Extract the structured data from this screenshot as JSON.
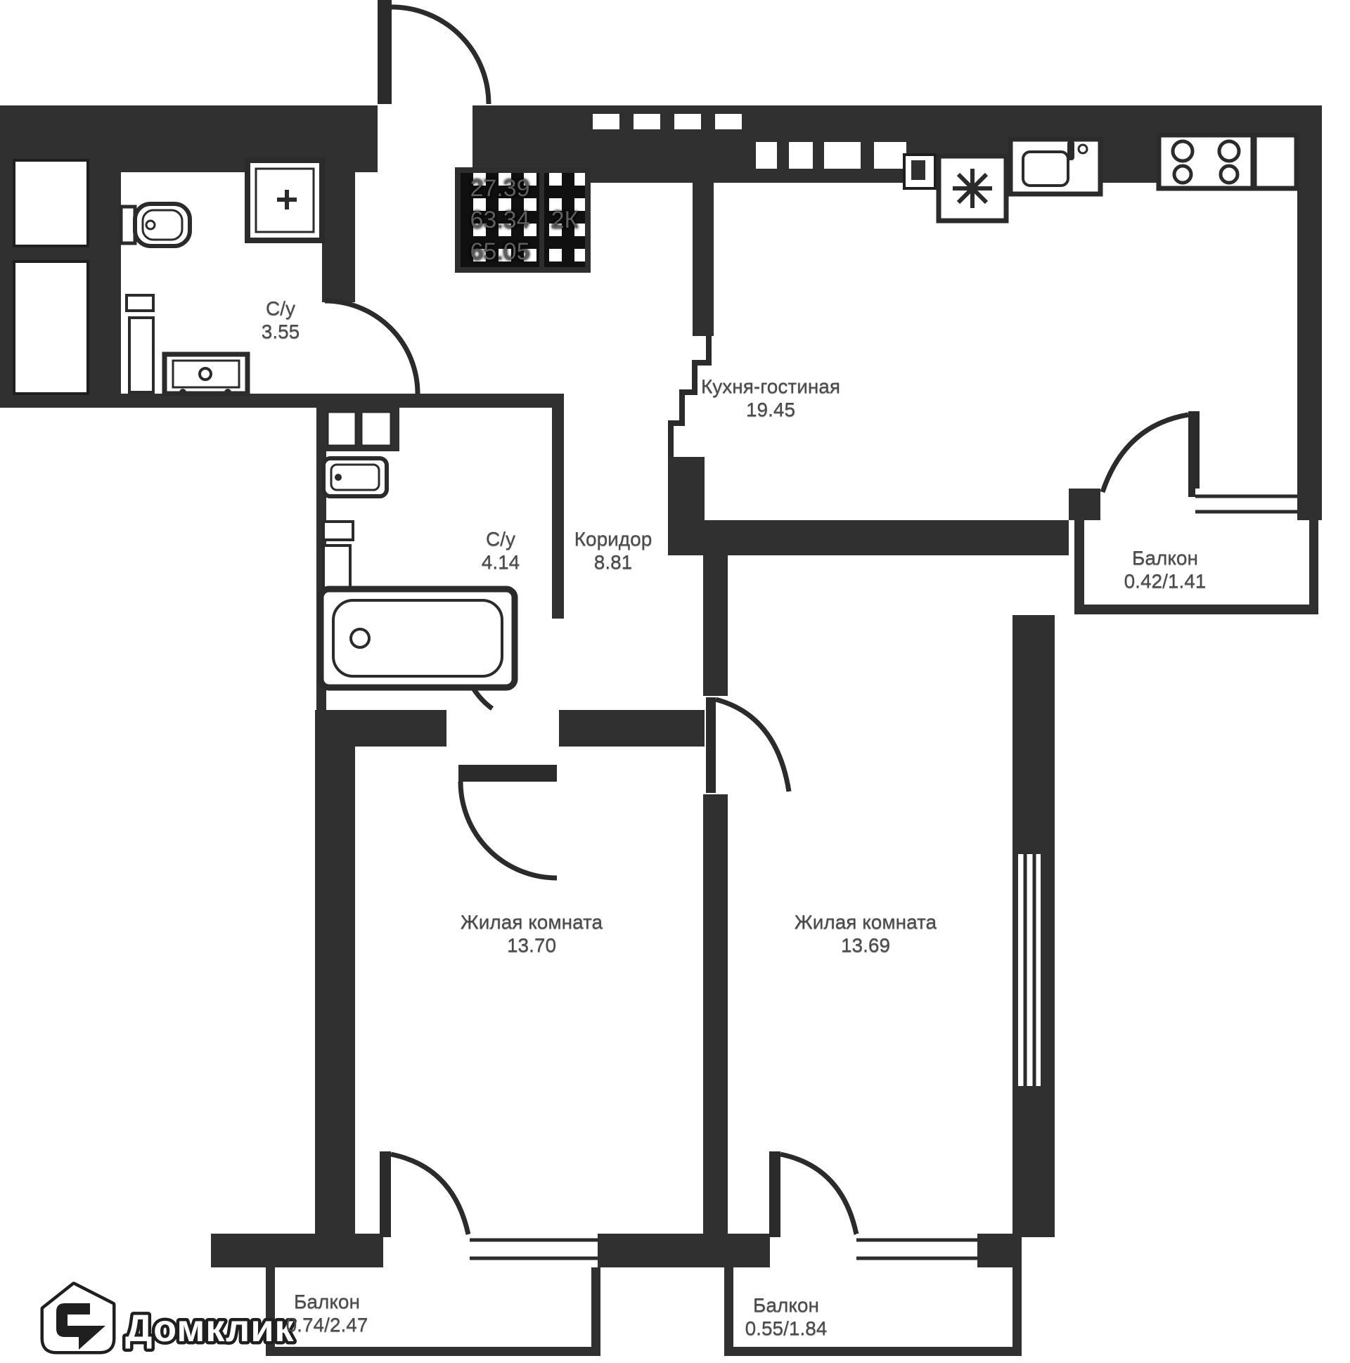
{
  "plan": {
    "stats": {
      "living_area": "27.39",
      "area_no_balcony": "63.34",
      "total_area": "65.05",
      "flat_type": "2К"
    },
    "rooms": [
      {
        "name": "С/у",
        "area": "3.55"
      },
      {
        "name": "Кухня-гостиная",
        "area": "19.45"
      },
      {
        "name": "С/у",
        "area": "4.14"
      },
      {
        "name": "Коридор",
        "area": "8.81"
      },
      {
        "name": "Балкон",
        "area": "0.42/1.41"
      },
      {
        "name": "Жилая комната",
        "area": "13.70"
      },
      {
        "name": "Жилая комната",
        "area": "13.69"
      },
      {
        "name": "Балкон",
        "area": "0.74/2.47"
      },
      {
        "name": "Балкон",
        "area": "0.55/1.84"
      }
    ],
    "logo": {
      "text": "Домклик"
    },
    "colors": {
      "wall": "#303030",
      "background": "#ffffff",
      "label": "#4a4a4a"
    }
  }
}
